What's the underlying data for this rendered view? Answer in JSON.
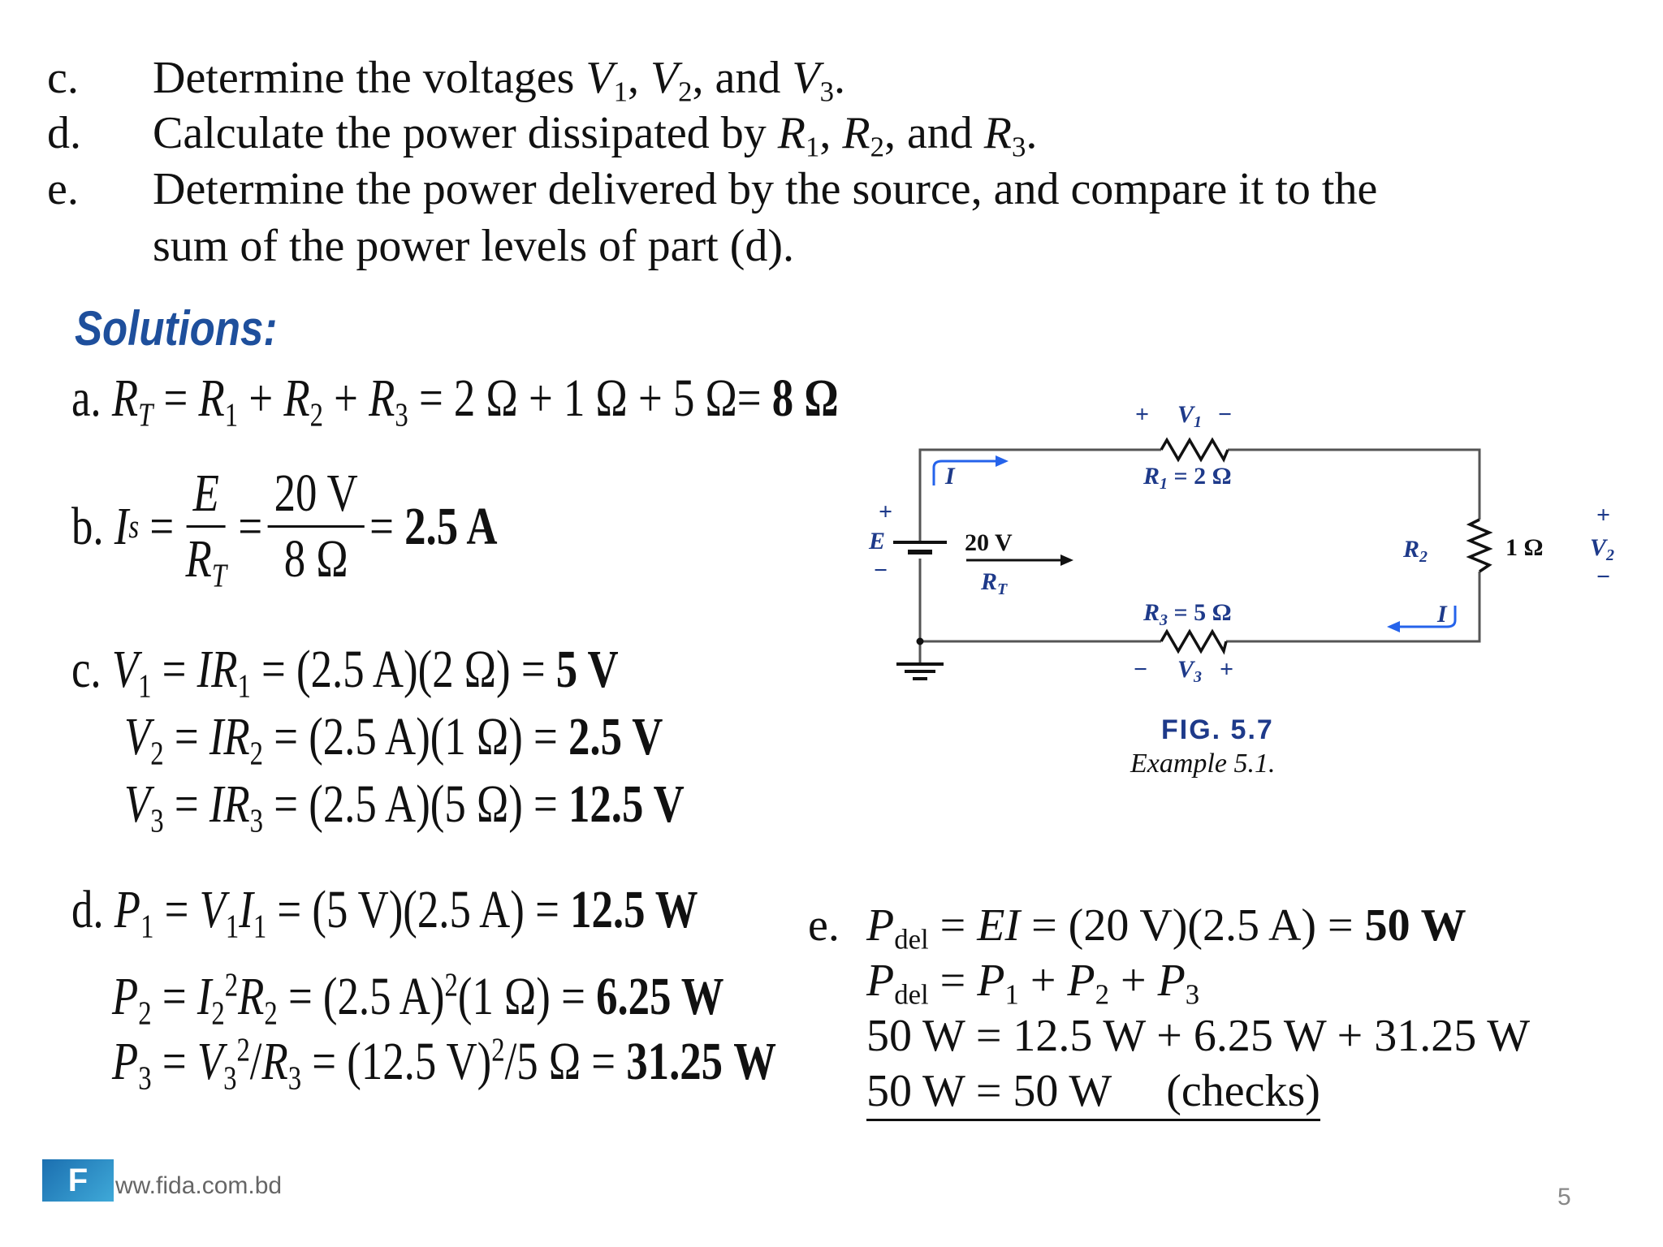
{
  "questions": {
    "c": {
      "letter": "c.",
      "text": "Determine the voltages V1, V2, and V3."
    },
    "d": {
      "letter": "d.",
      "text": "Calculate the power dissipated by R1, R2, and R3."
    },
    "e": {
      "letter": "e.",
      "line1": "Determine the power delivered by the source, and compare it to the",
      "line2": "sum of the power levels of part (d)."
    }
  },
  "solutions_heading": "Solutions:",
  "solutions": {
    "a": {
      "letter": "a.",
      "expr": "RT = R1 + R2 + R3 = 2 Ω + 1 Ω + 5 Ω=",
      "result": "8 Ω"
    },
    "b": {
      "letter": "b.",
      "lhs": "Is",
      "frac1_num": "E",
      "frac1_den": "RT",
      "frac2_num": "20 V",
      "frac2_den": "8 Ω",
      "result": "2.5 A"
    },
    "c": {
      "letter": "c.",
      "v1": "V1 = IR1 = (2.5 A)(2 Ω) =",
      "v1_result": "5 V",
      "v2": "V2 = IR2 = (2.5 A)(1 Ω) =",
      "v2_result": "2.5 V",
      "v3": "V3 = IR3 = (2.5 A)(5 Ω) =",
      "v3_result": "12.5 V"
    },
    "d": {
      "letter": "d.",
      "p1": "P1 = V1I1 = (5 V)(2.5 A) =",
      "p1_result": "12.5 W",
      "p2": "P2 = I2²R2 = (2.5 A)²(1 Ω) =",
      "p2_result": "6.25 W",
      "p3": "P3 = V3²/R3 = (12.5 V)²/5 Ω =",
      "p3_result": "31.25 W"
    },
    "e": {
      "letter": "e.",
      "l1": "Pdel = EI = (20 V)(2.5 A) =",
      "l1_result": "50 W",
      "l2": "Pdel = P1 + P2 + P3",
      "l3": "50 W = 12.5 W + 6.25 W + 31.25 W",
      "l4_eq": "50 W = 50 W",
      "l4_note": "(checks)"
    }
  },
  "circuit": {
    "v1_label": "V1",
    "r1_label": "R1 = 2 Ω",
    "source_label": "E",
    "source_value": "20 V",
    "rt_label": "RT",
    "r2_label": "R2",
    "r2_value": "1 Ω",
    "v2_label": "V2",
    "r3_label": "R3 = 5 Ω",
    "v3_label": "V3",
    "current_label": "I",
    "plus": "+",
    "minus": "−"
  },
  "figure": {
    "number": "FIG. 5.7",
    "caption": "Example 5.1."
  },
  "footer": {
    "logo_letter": "F",
    "url": "ww.fida.com.bd",
    "page": "5"
  },
  "colors": {
    "accent": "#1e4f9c",
    "circuit_label": "#1e3a8a",
    "wire": "#555555"
  }
}
